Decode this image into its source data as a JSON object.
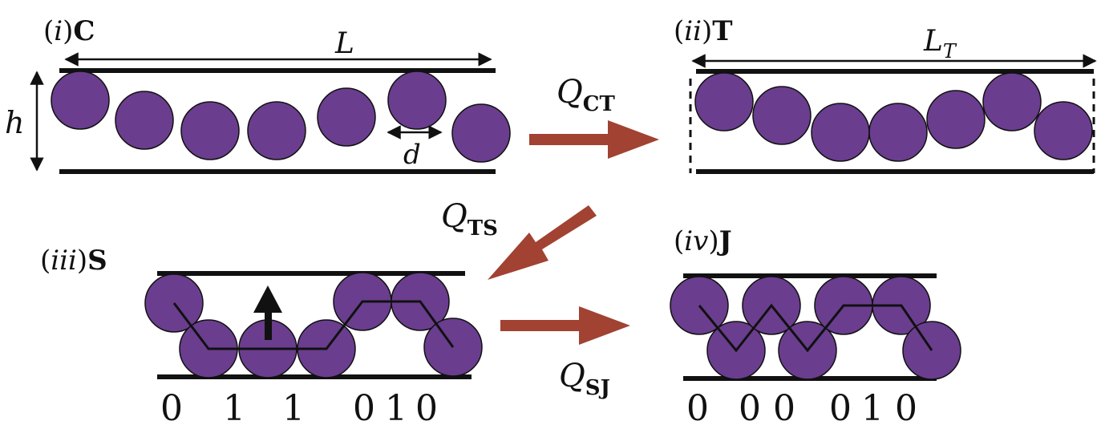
{
  "colors": {
    "disk_fill": "#6a3d8e",
    "arrow_fill": "#a14232",
    "ink": "#111111"
  },
  "panels": {
    "c": {
      "prefix": "(",
      "roman": "i",
      "suffix": ")",
      "letter": "C",
      "length_symbol": "L",
      "height_symbol": "h",
      "diameter_symbol": "d"
    },
    "t": {
      "prefix": "(",
      "roman": "ii",
      "suffix": ")",
      "letter": "T",
      "length_symbol": "L",
      "length_subscript": "T"
    },
    "s": {
      "prefix": "(",
      "roman": "iii",
      "suffix": ")",
      "letter": "S",
      "sequence": [
        "0",
        "1",
        "1",
        "0",
        "1",
        "0"
      ]
    },
    "j": {
      "prefix": "(",
      "roman": "iv",
      "suffix": ")",
      "letter": "J",
      "sequence": [
        "0",
        "0",
        "0",
        "0",
        "1",
        "0"
      ]
    }
  },
  "transitions": {
    "ct": {
      "symbol": "Q",
      "subscript": "CT"
    },
    "ts": {
      "symbol": "Q",
      "subscript": "TS"
    },
    "sj": {
      "symbol": "Q",
      "subscript": "SJ"
    }
  }
}
